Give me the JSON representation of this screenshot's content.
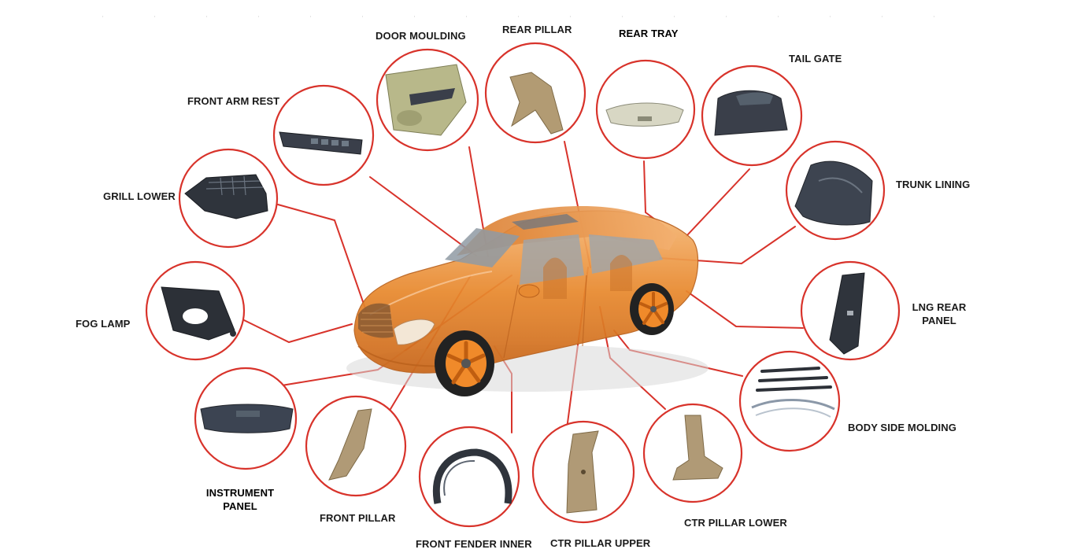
{
  "colors": {
    "circle_stroke": "#d8332b",
    "leader_line": "#d8332b",
    "car_body": "#e8892e",
    "part_beige": "#b09a76",
    "part_dark": "#3a3f4a"
  },
  "parts": [
    {
      "id": "door-moulding",
      "label": "DOOR MOULDING",
      "icon": "door-panel-icon"
    },
    {
      "id": "rear-pillar",
      "label": "REAR PILLAR",
      "icon": "pillar-trim-icon"
    },
    {
      "id": "rear-tray",
      "label": "REAR TRAY",
      "icon": "parcel-shelf-icon"
    },
    {
      "id": "tail-gate",
      "label": "TAIL GATE",
      "icon": "tailgate-trim-icon"
    },
    {
      "id": "trunk-lining",
      "label": "TRUNK LINING",
      "icon": "trunk-liner-icon"
    },
    {
      "id": "lng-rear-panel",
      "label": "LNG REAR\nPANEL",
      "icon": "rear-panel-icon"
    },
    {
      "id": "body-side-molding",
      "label": "BODY SIDE MOLDING",
      "icon": "side-molding-icon"
    },
    {
      "id": "ctr-pillar-lower",
      "label": "CTR PILLAR LOWER",
      "icon": "pillar-lower-icon"
    },
    {
      "id": "ctr-pillar-upper",
      "label": "CTR PILLAR UPPER",
      "icon": "pillar-upper-icon"
    },
    {
      "id": "front-fender-inner",
      "label": "FRONT FENDER INNER",
      "icon": "fender-liner-icon"
    },
    {
      "id": "front-pillar",
      "label": "FRONT PILLAR",
      "icon": "front-pillar-icon"
    },
    {
      "id": "instrument-panel",
      "label": "INSTRUMENT\nPANEL",
      "icon": "dashboard-icon"
    },
    {
      "id": "fog-lamp",
      "label": "FOG LAMP",
      "icon": "fog-lamp-bezel-icon"
    },
    {
      "id": "grill-lower",
      "label": "GRILL LOWER",
      "icon": "lower-grille-icon"
    },
    {
      "id": "front-arm-rest",
      "label": "FRONT ARM REST",
      "icon": "armrest-switch-icon"
    }
  ],
  "car": {
    "icon": "sedan-car-icon"
  }
}
